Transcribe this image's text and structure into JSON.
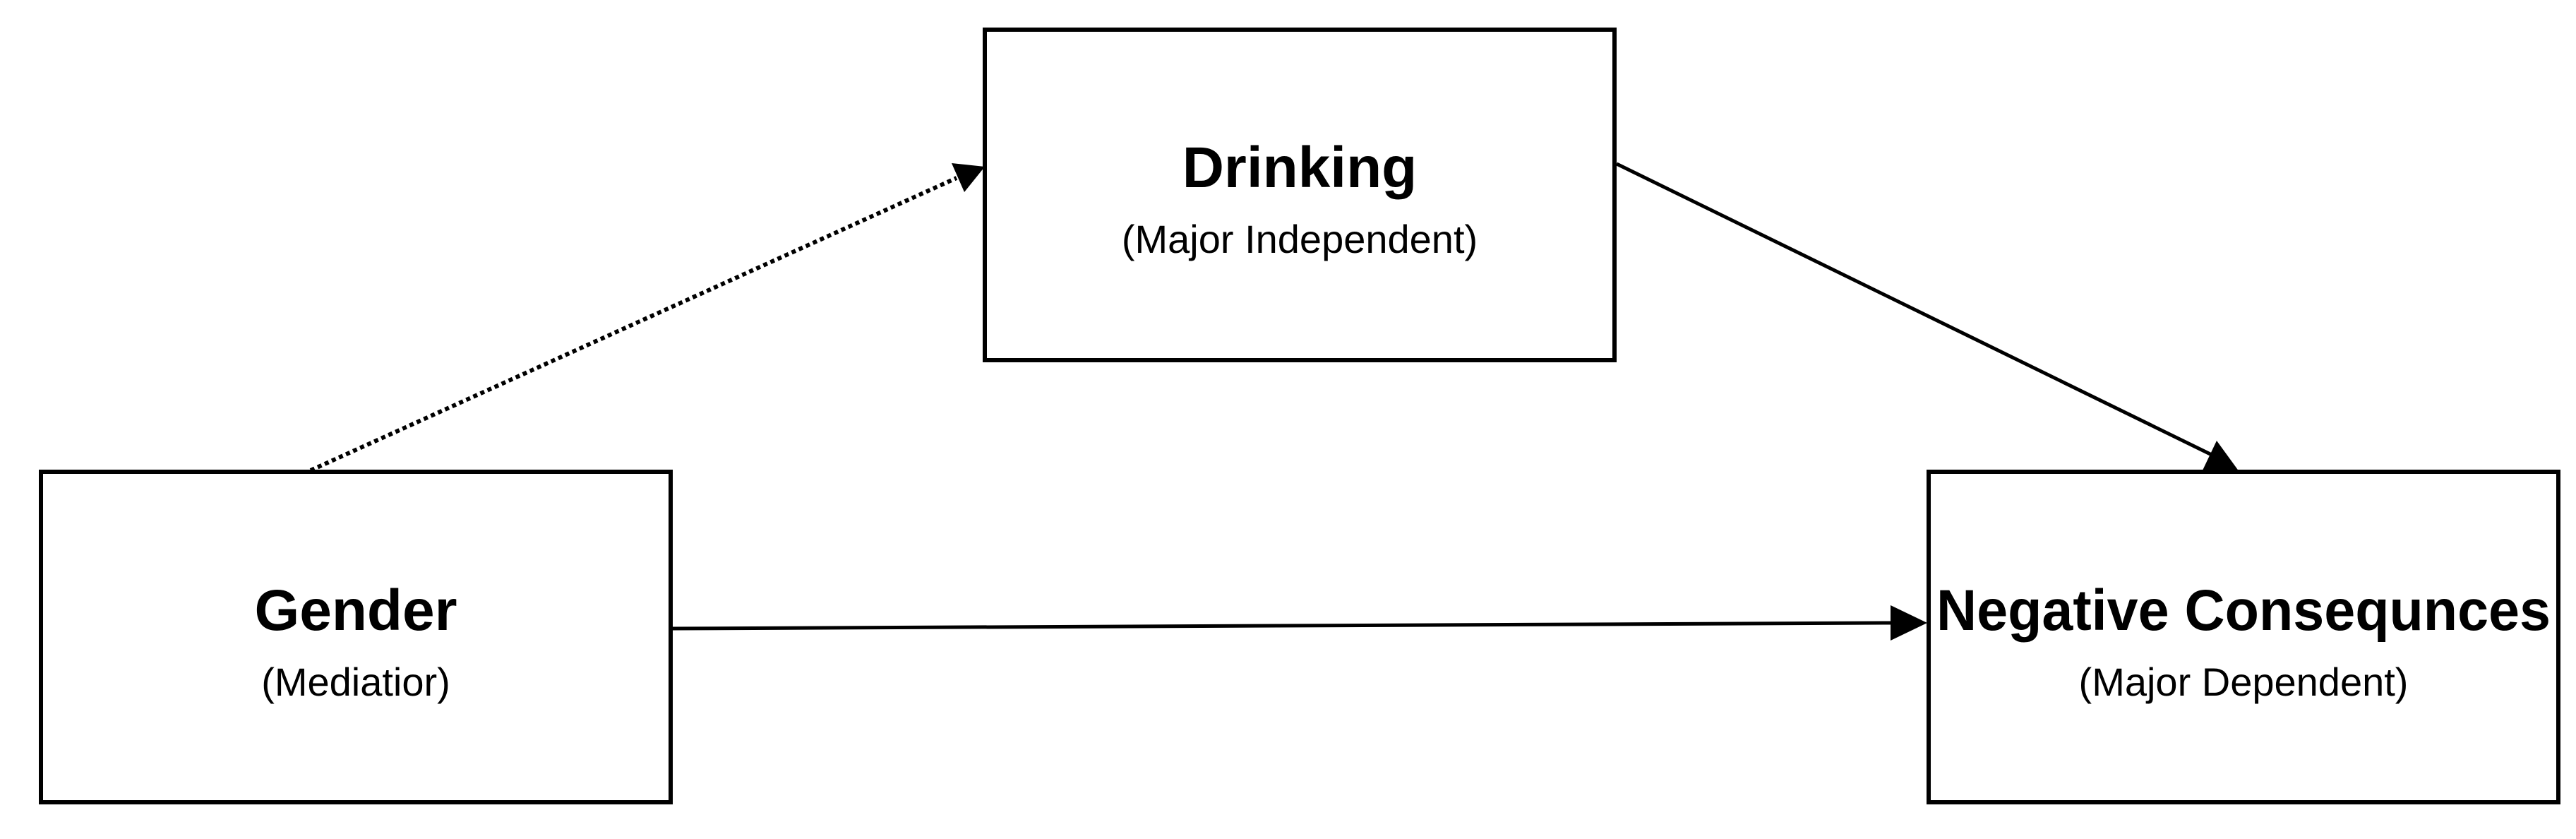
{
  "nodes": {
    "drinking": {
      "title": "Drinking",
      "subtitle": "(Major Independent)"
    },
    "gender": {
      "title": "Gender",
      "subtitle": "(Mediatior)"
    },
    "negative_consequences": {
      "title": "Negative Consequnces",
      "subtitle": "(Major Dependent)"
    }
  },
  "edges": [
    {
      "from": "gender",
      "to": "drinking",
      "style": "dotted"
    },
    {
      "from": "drinking",
      "to": "negative_consequences",
      "style": "solid"
    },
    {
      "from": "gender",
      "to": "negative_consequences",
      "style": "solid"
    }
  ],
  "colors": {
    "stroke": "#000000",
    "background": "#ffffff"
  }
}
